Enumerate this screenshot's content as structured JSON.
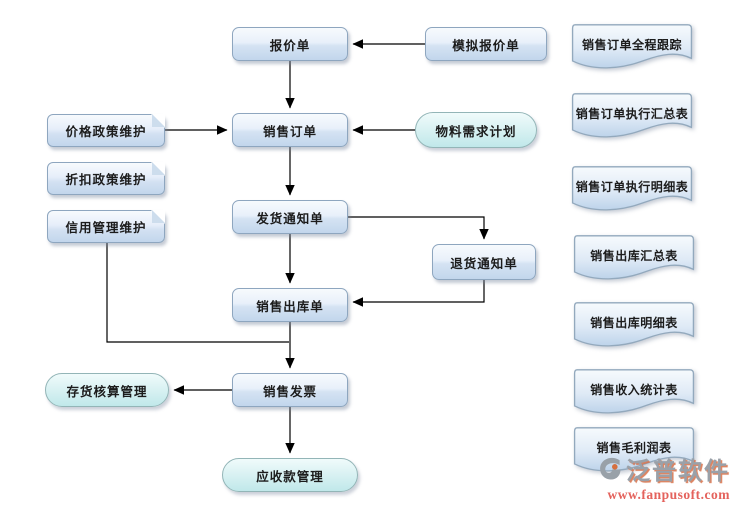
{
  "nodes": {
    "quote": "报价单",
    "simulated_quote": "模拟报价单",
    "sales_order": "销售订单",
    "material_plan": "物料需求计划",
    "price_policy": "价格政策维护",
    "discount_policy": "折扣政策维护",
    "credit_mgmt": "信用管理维护",
    "shipping_notice": "发货通知单",
    "return_notice": "退货通知单",
    "sales_outbound": "销售出库单",
    "sales_invoice": "销售发票",
    "inventory_accounting": "存货核算管理",
    "receivables": "应收款管理"
  },
  "reports": {
    "items": [
      "销售订单全程跟踪",
      "销售订单执行汇总表",
      "销售订单执行明细表",
      "销售出库汇总表",
      "销售出库明细表",
      "销售收入统计表",
      "销售毛利润表"
    ]
  },
  "watermark": {
    "brand": "泛普软件",
    "url": "www.fanpusoft.com"
  },
  "colors": {
    "process_fill_top": "#f7fafd",
    "process_fill_bottom": "#c2d6ec",
    "process_border": "#8ea6bf",
    "stadium_fill_top": "#f0fbfb",
    "stadium_fill_bottom": "#c0e8ea",
    "stadium_border": "#93b5b7",
    "arrow": "#000000",
    "brand_gray": "#9aa1a9",
    "brand_orange": "#d66e46",
    "url_red": "#e4625c"
  }
}
